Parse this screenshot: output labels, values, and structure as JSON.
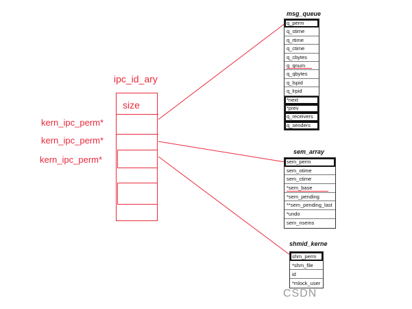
{
  "ipc_id_ary": {
    "title": "ipc_id_ary",
    "size_label": "size",
    "perm_labels": [
      "kern_ipc_perm*",
      "kern_ipc_perm*",
      "kern_ipc_perm*"
    ]
  },
  "msg_queue": {
    "title": "msg_queue",
    "fields": [
      "q_perm",
      "q_stime",
      "q_rtime",
      "q_ctime",
      "q_cbytes",
      "q_qnum",
      "q_qbytes",
      "q_lspid",
      "q_lrpid",
      "*next",
      "*prev",
      "q_receivers",
      "q_senders"
    ]
  },
  "sem_array": {
    "title": "sem_array",
    "fields": [
      "sem_perm",
      "sem_otime",
      "sem_ctime",
      "*sem_base",
      "*sem_pending",
      "**sem_pending_last",
      "*undo",
      "sem_nsems"
    ]
  },
  "shmid_kernel": {
    "title": "shmid_kerne",
    "fields": [
      "shm_perm",
      "*shm_file",
      "id",
      "*mlock_user"
    ]
  },
  "watermark": "CSDN",
  "colors": {
    "accent": "#e8293b",
    "struct_border": "#333333"
  }
}
